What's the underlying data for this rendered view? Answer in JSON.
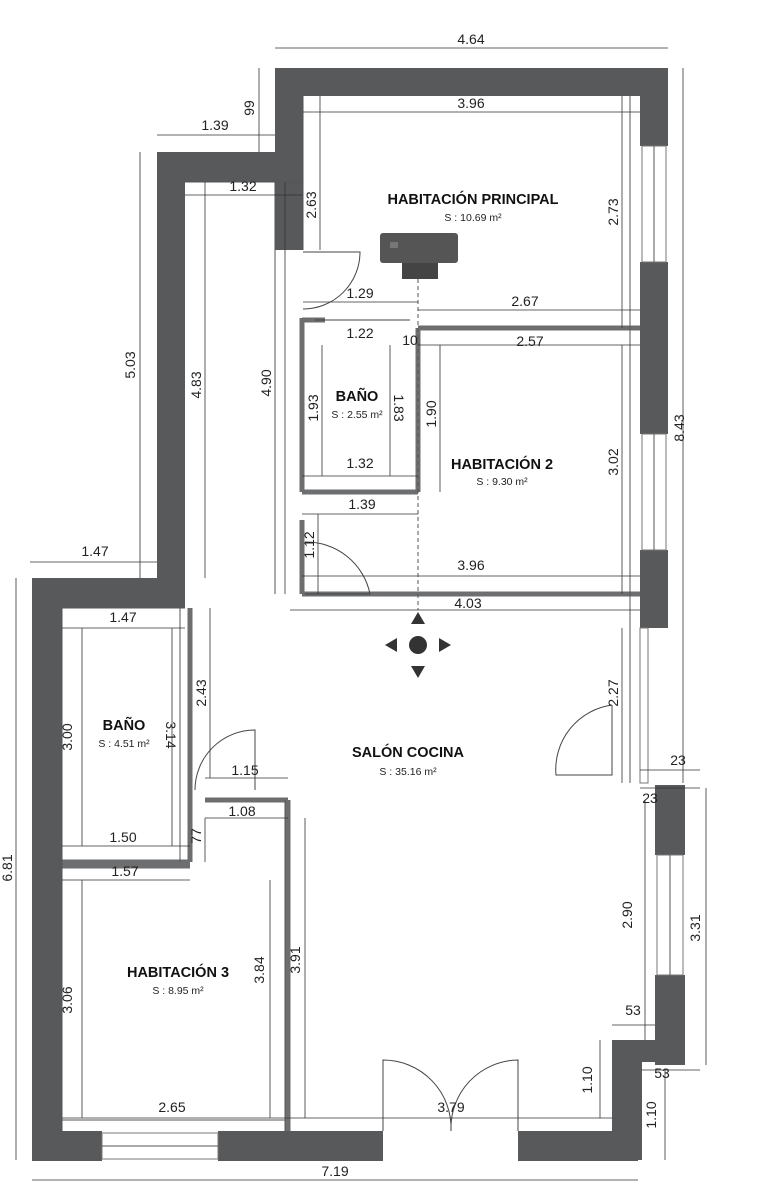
{
  "rooms": {
    "principal": {
      "name": "HABITACIÓN PRINCIPAL",
      "area": "S : 10.69 m²"
    },
    "bano1": {
      "name": "BAÑO",
      "area": "S : 2.55 m²"
    },
    "hab2": {
      "name": "HABITACIÓN 2",
      "area": "S : 9.30 m²"
    },
    "bano2": {
      "name": "BAÑO",
      "area": "S : 4.51 m²"
    },
    "salon": {
      "name": "SALÓN COCINA",
      "area": "S : 35.16 m²"
    },
    "hab3": {
      "name": "HABITACIÓN 3",
      "area": "S : 8.95 m²"
    }
  },
  "dims": {
    "top_total": "4.64",
    "principal_width": "3.96",
    "left_step_w": "1.39",
    "left_step_h": "99",
    "hall_top": "1.32",
    "principal_depth_left": "2.63",
    "principal_depth_right": "2.73",
    "hall_width": "1.29",
    "hab2_width_top": "2.67",
    "bano1_width_top": "1.22",
    "wall_10": "10",
    "hab2_width_inner": "2.57",
    "left_height_outer": "5.03",
    "left_height_inner": "4.83",
    "hall_height": "4.90",
    "bano1_h": "1.93",
    "bano1_h2": "1.83",
    "hab2_h_left": "1.90",
    "right_total_h": "8.43",
    "hab2_h_right": "3.02",
    "bano1_bottom": "1.32",
    "hall_bottom": "1.39",
    "hall_door": "1.12",
    "hab2_bottom": "3.96",
    "hab2_outer": "4.03",
    "left_wing_w": "1.47",
    "bano2_w_top": "1.47",
    "total_height": "6.81",
    "corridor_h": "2.43",
    "bano2_h": "3.00",
    "bano2_h2": "3.14",
    "salon_window_h": "2.27",
    "wall_23a": "23",
    "wall_23b": "23",
    "corridor_w": "1.15",
    "corridor_w2": "1.08",
    "bano2_w_bottom": "1.50",
    "corridor_77": "77",
    "hab3_w_top": "1.57",
    "salon_right_h": "2.90",
    "salon_right_outer": "3.31",
    "hab3_h_left": "3.06",
    "hab3_h_right": "3.84",
    "salon_left_h": "3.91",
    "step_53a": "53",
    "step_53b": "53",
    "corner_110a": "1.10",
    "corner_110b": "1.10",
    "hab3_w_bottom": "2.65",
    "salon_w_bottom": "3.79",
    "bottom_total": "7.19"
  },
  "icons": {
    "bed": "bed-icon",
    "compass": "navigation-arrows-icon"
  },
  "colors": {
    "wall": "#58595b",
    "partition": "#6d6e70"
  }
}
